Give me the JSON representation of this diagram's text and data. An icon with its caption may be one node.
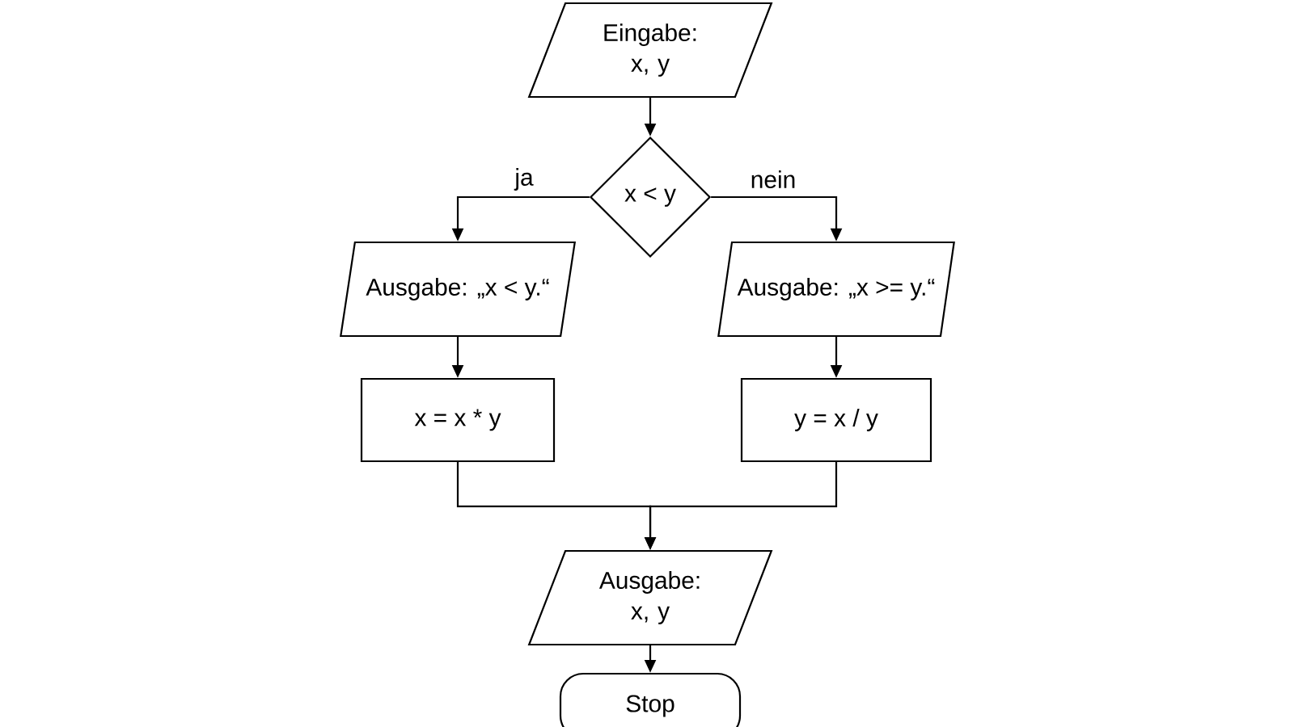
{
  "diagram": {
    "nodes": [
      {
        "text": [
          "Eingabe: x, y"
        ]
      },
      {
        "text": [
          "x < y"
        ]
      },
      {
        "text": [
          "Ausgabe: „x < y.“"
        ]
      },
      {
        "text": [
          "Ausgabe: „x >= y.“"
        ]
      },
      {
        "text": [
          "x = x * y"
        ]
      },
      {
        "text": [
          "y = x / y"
        ]
      },
      {
        "text": [
          "Ausgabe: x, y"
        ]
      },
      {
        "text": [
          "Stop"
        ]
      }
    ],
    "edges": [
      {
        "from": 0,
        "to": 1,
        "arrow": "to"
      },
      {
        "from": 1,
        "to": 2,
        "arrow": "to",
        "label": "ja"
      },
      {
        "from": 1,
        "to": 3,
        "arrow": "to",
        "label": "nein"
      },
      {
        "from": 2,
        "to": 4,
        "arrow": "to"
      },
      {
        "from": 3,
        "to": 5,
        "arrow": "to"
      },
      {
        "from": 4,
        "to": 6,
        "arrow": "to"
      },
      {
        "from": 5,
        "to": 6,
        "arrow": "to"
      },
      {
        "from": 6,
        "to": 7,
        "arrow": "to"
      }
    ]
  }
}
